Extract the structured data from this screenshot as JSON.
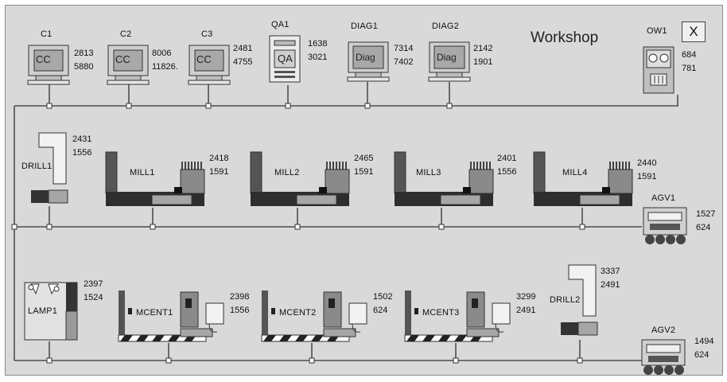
{
  "window": {
    "title": "Workshop",
    "close_label": "X"
  },
  "devices": {
    "C1": {
      "name": "C1",
      "screen": "CC",
      "values": [
        "2813",
        "5880"
      ]
    },
    "C2": {
      "name": "C2",
      "screen": "CC",
      "values": [
        "8006",
        "11826."
      ]
    },
    "C3": {
      "name": "C3",
      "screen": "CC",
      "values": [
        "2481",
        "4755"
      ]
    },
    "QA1": {
      "name": "QA1",
      "screen": "QA",
      "values": [
        "1638",
        "3021"
      ]
    },
    "DIAG1": {
      "name": "DIAG1",
      "screen": "Diag",
      "values": [
        "7314",
        "7402"
      ]
    },
    "DIAG2": {
      "name": "DIAG2",
      "screen": "Diag",
      "values": [
        "2142",
        "1901"
      ]
    },
    "OW1": {
      "name": "OW1",
      "values": [
        "684",
        "781"
      ]
    },
    "DRILL1": {
      "name": "DRILL1",
      "values": [
        "2431",
        "1556"
      ]
    },
    "MILL1": {
      "name": "MILL1",
      "values": [
        "2418",
        "1591"
      ]
    },
    "MILL2": {
      "name": "MILL2",
      "values": [
        "2465",
        "1591"
      ]
    },
    "MILL3": {
      "name": "MILL3",
      "values": [
        "2401",
        "1556"
      ]
    },
    "MILL4": {
      "name": "MILL4",
      "values": [
        "2440",
        "1591"
      ]
    },
    "AGV1": {
      "name": "AGV1",
      "values": [
        "1527",
        "624"
      ]
    },
    "LAMP1": {
      "name": "LAMP1",
      "values": [
        "2397",
        "1524"
      ]
    },
    "MCENT1": {
      "name": "MCENT1",
      "values": [
        "2398",
        "1556"
      ]
    },
    "MCENT2": {
      "name": "MCENT2",
      "values": [
        "1502",
        "624"
      ]
    },
    "MCENT3": {
      "name": "MCENT3",
      "values": [
        "3299",
        "2491"
      ]
    },
    "DRILL2": {
      "name": "DRILL2",
      "values": [
        "3337",
        "2491"
      ]
    },
    "AGV2": {
      "name": "AGV2",
      "values": [
        "1494",
        "624"
      ]
    }
  }
}
